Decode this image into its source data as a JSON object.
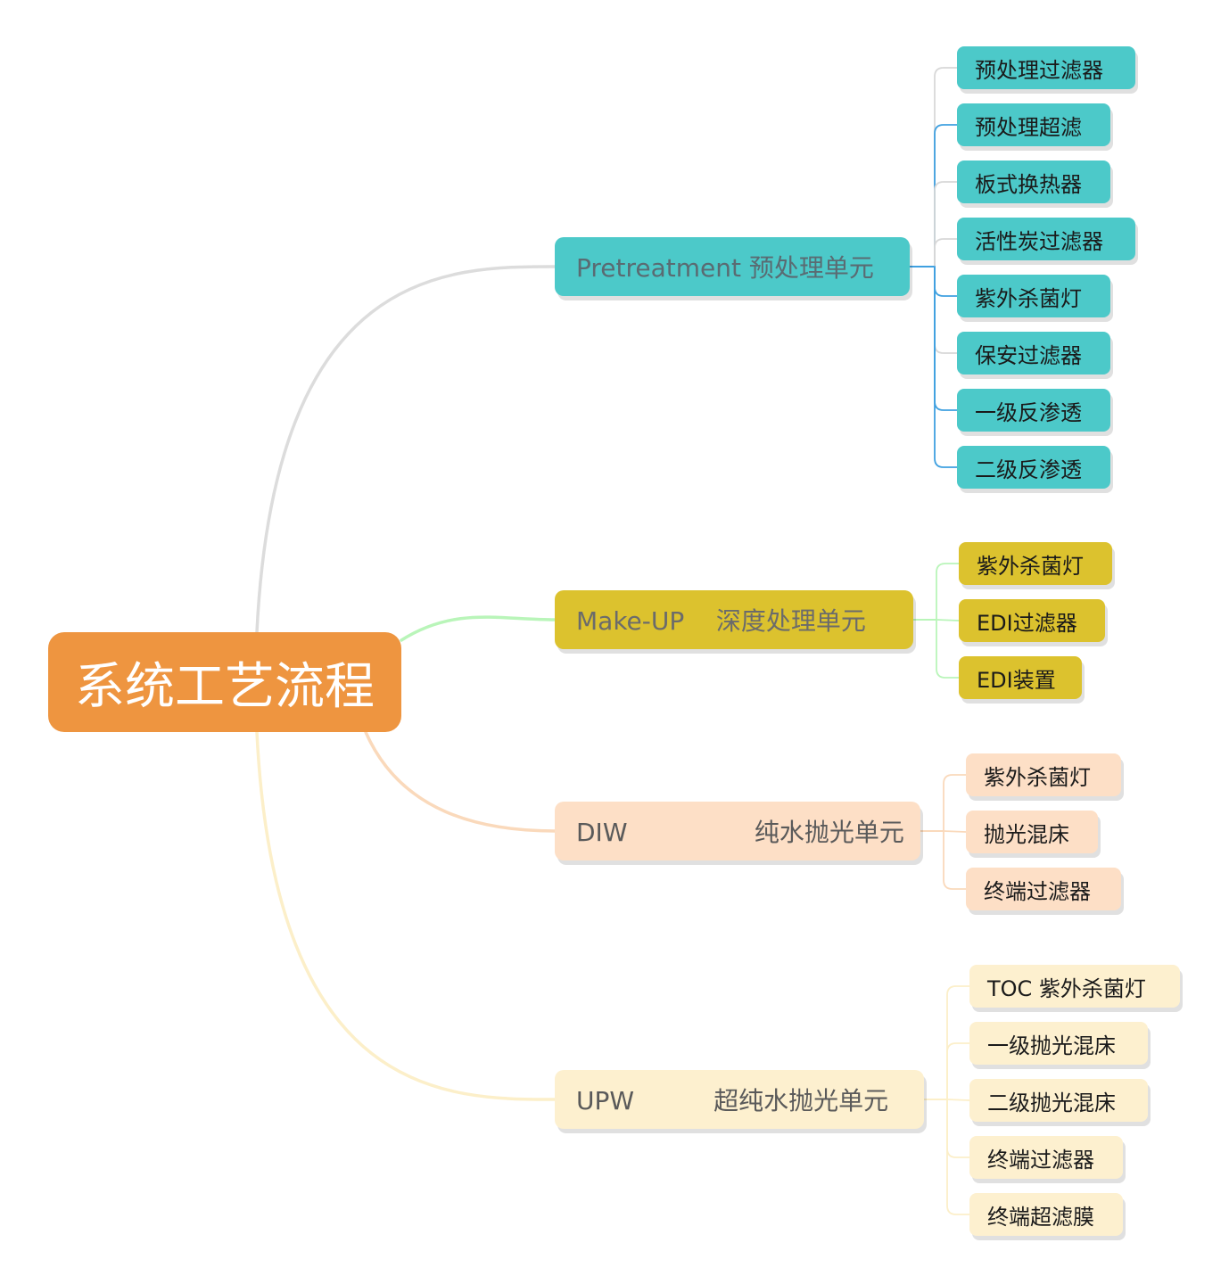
{
  "root": {
    "label": "系统工艺流程",
    "color": "#ee9540",
    "text_color": "#ffffff"
  },
  "branches": [
    {
      "id": "pretreatment",
      "label": "Pretreatment 预处理单元",
      "fill": "#4cc9c9",
      "text_color": "#5a6b72",
      "link_color": "#dcdcdc",
      "child_link_color": "#3fa0e0",
      "children": [
        "预处理过滤器",
        "预处理超滤",
        "板式换热器",
        "活性炭过滤器",
        "紫外杀菌灯",
        "保安过滤器",
        "一级反渗透",
        "二级反渗透"
      ]
    },
    {
      "id": "makeup",
      "label": "Make-UP    深度处理单元",
      "fill": "#dcc22e",
      "text_color": "#6b6b6b",
      "link_color": "#b9f5b9",
      "child_link_color": "#b9f5b9",
      "children": [
        "紫外杀菌灯",
        "EDI过滤器",
        "EDI装置"
      ]
    },
    {
      "id": "diw",
      "label": "DIW                纯水抛光单元",
      "fill": "#fddfc6",
      "text_color": "#5a5a5a",
      "link_color": "#fad9bb",
      "child_link_color": "#fad9bb",
      "children": [
        "紫外杀菌灯",
        "抛光混床",
        "终端过滤器"
      ]
    },
    {
      "id": "upw",
      "label": "UPW          超纯水抛光单元",
      "fill": "#fdf0cf",
      "text_color": "#5a5a5a",
      "link_color": "#fcefc9",
      "child_link_color": "#fcefc9",
      "children": [
        "TOC 紫外杀菌灯",
        "一级抛光混床",
        "二级抛光混床",
        "终端过滤器",
        "终端超滤膜"
      ]
    }
  ]
}
